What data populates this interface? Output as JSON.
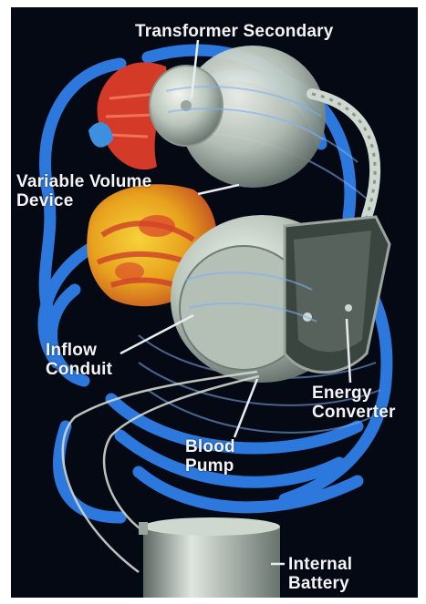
{
  "labels": {
    "transformer_secondary": "Transformer Secondary",
    "variable_volume_device": [
      "Variable Volume",
      "Device"
    ],
    "inflow_conduit": [
      "Inflow",
      "Conduit"
    ],
    "energy_converter": [
      "Energy",
      "Converter"
    ],
    "blood_pump": [
      "Blood",
      "Pump"
    ],
    "internal_battery": [
      "Internal",
      "Battery"
    ]
  },
  "colors": {
    "background": "#050914",
    "ribs": "#2f7ee8",
    "device_metal": "#cfd8cf",
    "heart_red": "#d43a28",
    "heart_yellow": "#f2c21c",
    "label_text": "#f2f4f7"
  }
}
